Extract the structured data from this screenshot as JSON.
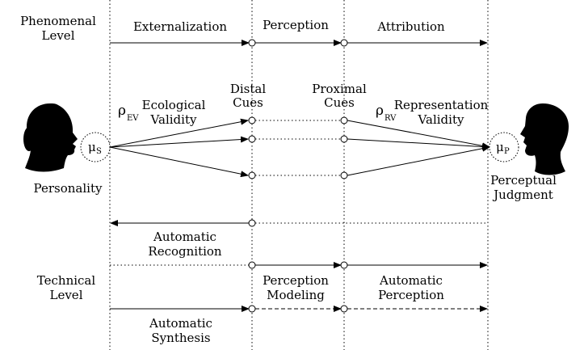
{
  "levels": {
    "phenomenal_line1": "Phenomenal",
    "phenomenal_line2": "Level",
    "technical_line1": "Technical",
    "technical_line2": "Level"
  },
  "stages": {
    "externalization": "Externalization",
    "perception": "Perception",
    "attribution": "Attribution"
  },
  "cues": {
    "distal_line1": "Distal",
    "distal_line2": "Cues",
    "proximal_line1": "Proximal",
    "proximal_line2": "Cues"
  },
  "validity": {
    "ev_symbol": "ρ",
    "ev_sub": "EV",
    "ev_line1": "Ecological",
    "ev_line2": "Validity",
    "rv_symbol": "ρ",
    "rv_sub": "RV",
    "rv_line1": "Representation",
    "rv_line2": "Validity"
  },
  "nodes": {
    "speaker_symbol": "μ",
    "speaker_sub": "S",
    "listener_symbol": "μ",
    "listener_sub": "P",
    "personality": "Personality",
    "judgment_line1": "Perceptual",
    "judgment_line2": "Judgment"
  },
  "tasks": {
    "recognition_line1": "Automatic",
    "recognition_line2": "Recognition",
    "modeling_line1": "Perception",
    "modeling_line2": "Modeling",
    "auto_perception_line1": "Automatic",
    "auto_perception_line2": "Perception",
    "synthesis_line1": "Automatic",
    "synthesis_line2": "Synthesis"
  },
  "icons": {
    "speaker": "female-head-silhouette-icon",
    "listener": "male-head-silhouette-icon"
  }
}
